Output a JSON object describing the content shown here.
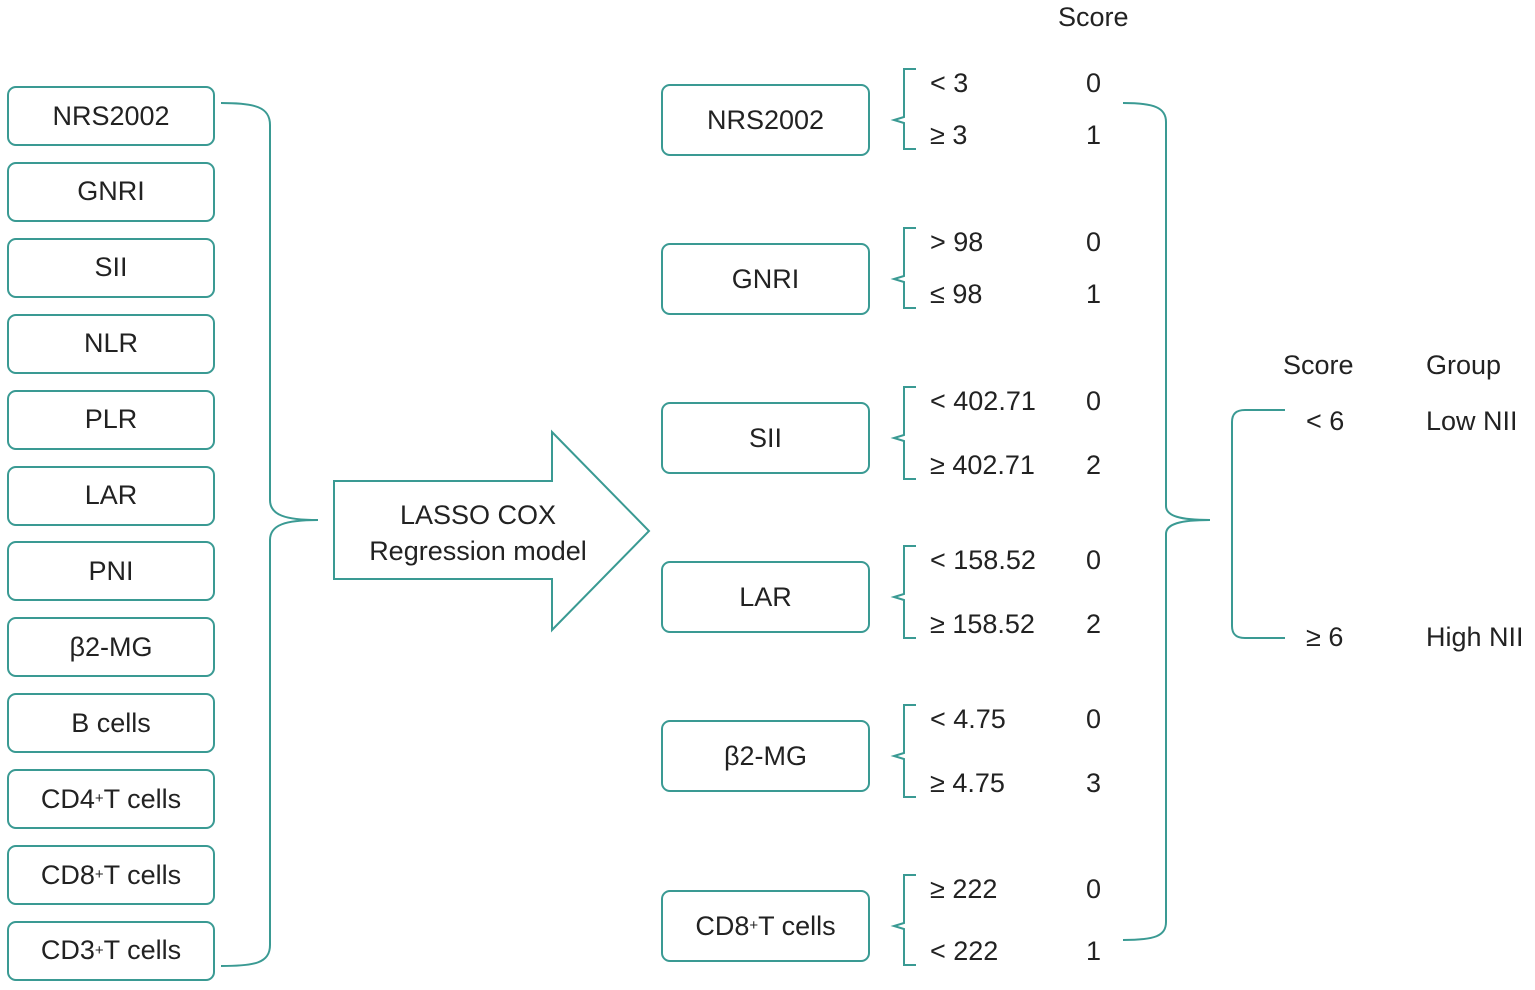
{
  "candidates": [
    "NRS2002",
    "GNRI",
    "SII",
    "NLR",
    "PLR",
    "LAR",
    "PNI",
    "β2-MG",
    "B cells",
    "CD4|+| T cells",
    "CD8|+| T cells",
    "CD3|+| T cells"
  ],
  "model": {
    "line1": "LASSO COX",
    "line2": "Regression model"
  },
  "score_header": "Score",
  "selected": [
    {
      "name": "NRS2002",
      "rows": [
        {
          "cond": "< 3",
          "score": "0"
        },
        {
          "cond": "≥ 3",
          "score": "1"
        }
      ]
    },
    {
      "name": "GNRI",
      "rows": [
        {
          "cond": "> 98",
          "score": "0"
        },
        {
          "cond": "≤ 98",
          "score": "1"
        }
      ]
    },
    {
      "name": "SII",
      "rows": [
        {
          "cond": "< 402.71",
          "score": "0"
        },
        {
          "cond": "≥ 402.71",
          "score": "2"
        }
      ]
    },
    {
      "name": "LAR",
      "rows": [
        {
          "cond": "< 158.52",
          "score": "0"
        },
        {
          "cond": "≥ 158.52",
          "score": "2"
        }
      ]
    },
    {
      "name": "β2-MG",
      "rows": [
        {
          "cond": "< 4.75",
          "score": "0"
        },
        {
          "cond": "≥ 4.75",
          "score": "3"
        }
      ]
    },
    {
      "name": "CD8|+| T cells",
      "rows": [
        {
          "cond": "≥ 222",
          "score": "0"
        },
        {
          "cond": "< 222",
          "score": "1"
        }
      ]
    }
  ],
  "grouping": {
    "score_header": "Score",
    "group_header": "Group",
    "rows": [
      {
        "score": "< 6",
        "group": "Low NII"
      },
      {
        "score": "≥ 6",
        "group": "High NII"
      }
    ]
  },
  "colors": {
    "box_border": "#3a9a93",
    "bracket": "#3a9a93",
    "text": "#222222",
    "background": "#ffffff"
  }
}
